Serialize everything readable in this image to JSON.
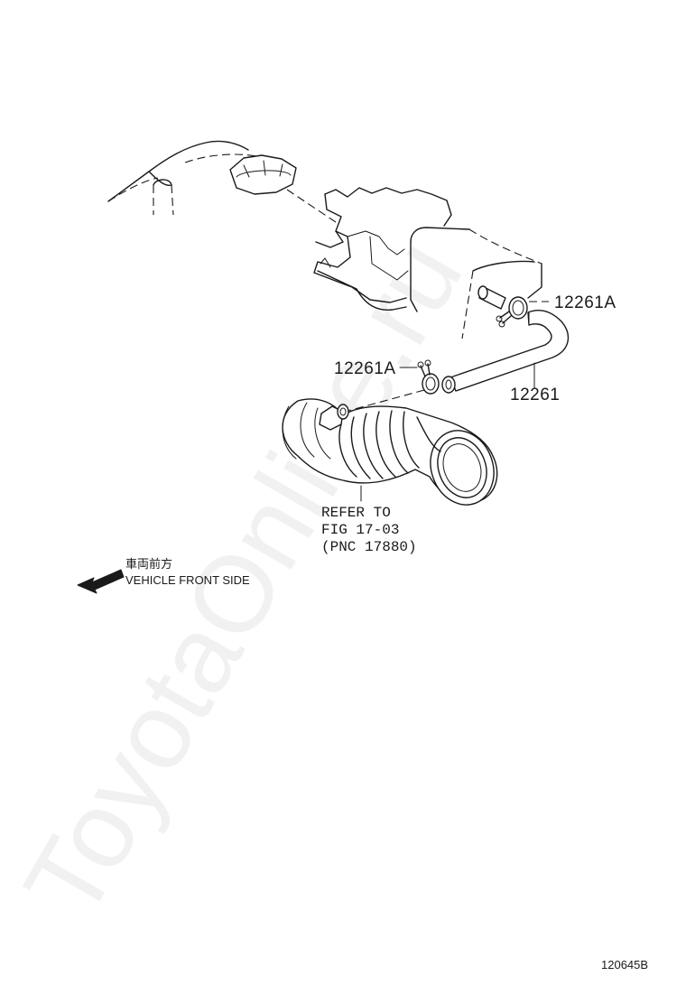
{
  "watermark": {
    "text": "ToyotaOnline.ru"
  },
  "labels": {
    "clamp_upper": "12261A",
    "clamp_lower": "12261A",
    "hose": "12261"
  },
  "reference": {
    "line1": "REFER TO",
    "line2": "FIG 17-03",
    "line3": "(PNC 17880)"
  },
  "legend": {
    "japanese": "車両前方",
    "english": "VEHICLE FRONT SIDE",
    "icon": "arrow-left-icon"
  },
  "figure_code": "120645B",
  "colors": {
    "ink": "#1a1a1a",
    "background": "#ffffff"
  }
}
